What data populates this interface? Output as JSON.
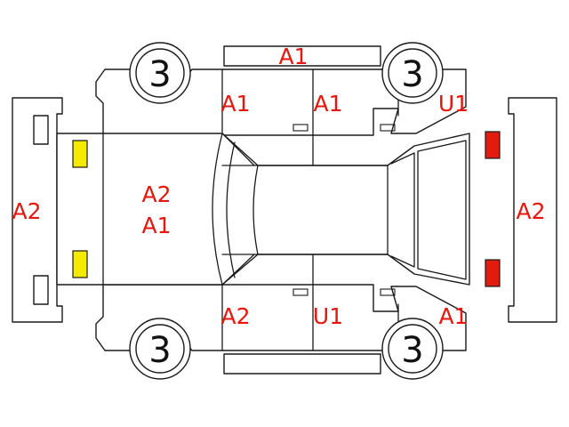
{
  "colors": {
    "damage_code": "#e8160c",
    "outline": "#1a1a1a",
    "front_light": "#f3ea00",
    "rear_light": "#e31a0e"
  },
  "wheels": {
    "front_left": "3",
    "front_right": "3",
    "rear_left": "3",
    "rear_right": "3"
  },
  "codes": {
    "roof_top_edge": "A1",
    "front_door_top": "A1",
    "rear_door_top": "A1",
    "rear_quarter_top": "U1",
    "front_bumper": "A2",
    "hood_1": "A2",
    "hood_2": "A1",
    "rear_bumper": "A2",
    "front_door_bottom": "A2",
    "rear_door_bottom": "U1",
    "rear_quarter_bottom": "A1"
  }
}
